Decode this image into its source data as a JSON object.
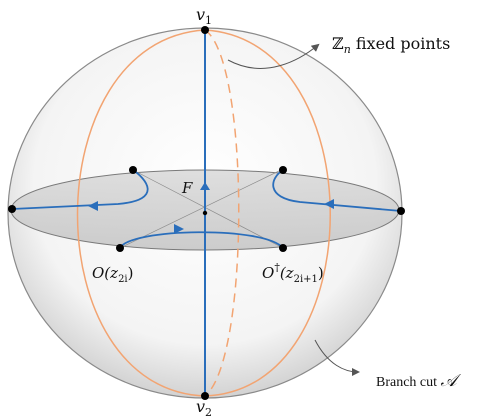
{
  "labels": {
    "top_vertex": "v",
    "top_vertex_sub": "1",
    "bottom_vertex": "v",
    "bottom_vertex_sub": "2",
    "fixed_points_prefix": "ℤ",
    "fixed_points_sub": "n",
    "fixed_points_suffix": " fixed points",
    "flow": "F",
    "operator_left": "O(z",
    "operator_left_sub": "2i",
    "operator_left_close": ")",
    "operator_right": "O",
    "operator_right_sup": "†",
    "operator_right_mid": "(z",
    "operator_right_sub": "2i+1",
    "operator_right_close": ")",
    "branch_cut_text": "Branch cut ",
    "branch_cut_symbol": "𝒜"
  },
  "colors": {
    "sphere_edge": "#8a8a8a",
    "disk_fill": "#cfcfcf",
    "blue_line": "#2a6ebb",
    "orange_line": "#f2a472",
    "dot": "#000000",
    "callout": "#555555"
  },
  "icons": {
    "callout_arrow": "curved-arrow-icon"
  }
}
